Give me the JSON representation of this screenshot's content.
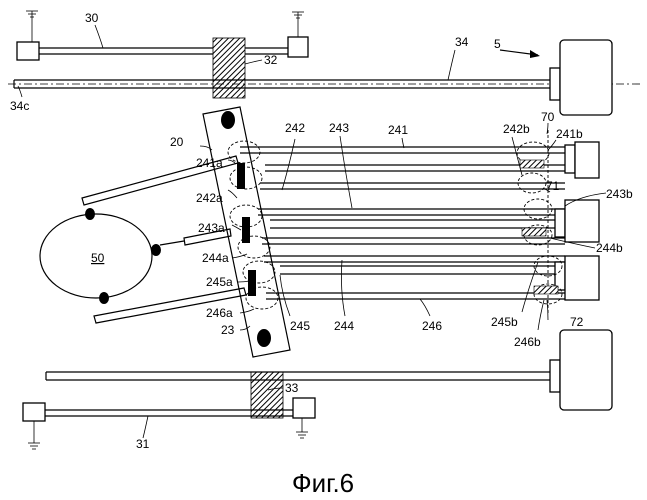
{
  "figure": {
    "caption": "Фиг.6",
    "labels": {
      "l30": "30",
      "l5": "5",
      "l34": "34",
      "l32": "32",
      "l34c": "34c",
      "l20": "20",
      "l242": "242",
      "l243": "243",
      "l241": "241",
      "l70": "70",
      "l241b": "241b",
      "l242b": "242b",
      "l241a": "241a",
      "l242a": "242a",
      "l71": "71",
      "l243b": "243b",
      "l243a": "243a",
      "l50": "50",
      "l244a": "244a",
      "l244b": "244b",
      "l245a": "245a",
      "l246a": "246a",
      "l245": "245",
      "l244": "244",
      "l246": "246",
      "l245b": "245b",
      "l72": "72",
      "l23": "23",
      "l246b": "246b",
      "l33": "33",
      "l31": "31"
    }
  }
}
